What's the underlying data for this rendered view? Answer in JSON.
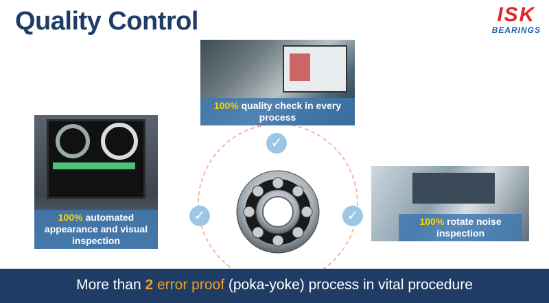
{
  "title": "Quality Control",
  "logo": {
    "brand": "ISK",
    "sub": "BEARINGS"
  },
  "photos": {
    "top": {
      "caption_hl": "100%",
      "caption_rest": " quality check in every process"
    },
    "left": {
      "caption_hl": "100%",
      "caption_rest": " automated appearance and visual inspection"
    },
    "right": {
      "caption_hl": "100%",
      "caption_rest": " rotate noise inspection"
    }
  },
  "footer": {
    "pre": "More than ",
    "num": "2",
    "highlight": " error proof",
    "post": " (poka-yoke) process in vital procedure"
  },
  "icons": [
    "check-icon",
    "check-icon",
    "check-icon"
  ],
  "colors": {
    "title": "#1f3c66",
    "brand_red": "#e3262b",
    "accent": "#f0a020",
    "caption_hl": "#ffd400"
  }
}
